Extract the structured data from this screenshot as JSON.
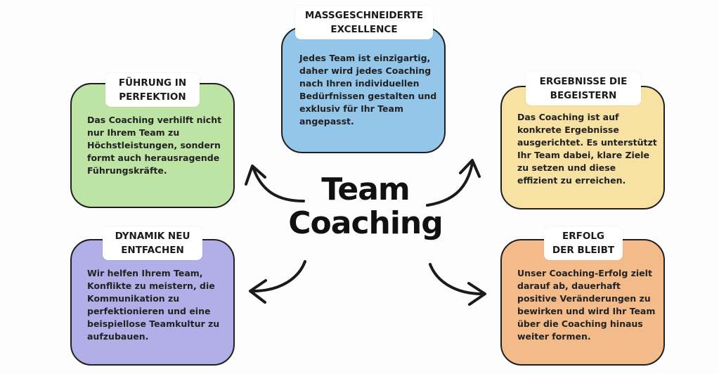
{
  "center": {
    "line1": "Team",
    "line2": "Coaching"
  },
  "cards": {
    "top": {
      "title": "MASSGESCHNEIDERTE\nEXCELLENCE",
      "text": "Jedes Team ist einzigartig,\ndaher wird jedes Coaching\nnach Ihren individuellen\nBedürfnissen gestalten und\nexklusiv für Ihr Team\nangepasst.",
      "color": "#93c6e9"
    },
    "left_top": {
      "title": "FÜHRUNG IN\nPERFEKTION",
      "text": "Das Coaching verhilft nicht\nnur Ihrem Team zu\nHöchstleistungen, sondern\nformt auch herausragende\nFührungskräfte.",
      "color": "#bde3a5"
    },
    "right_top": {
      "title": "ERGEBNISSE DIE\nBEGEISTERN",
      "text": "Das Coaching ist auf\nkonkrete Ergebnisse\nausgerichtet. Es unterstützt\nIhr Team dabei, klare Ziele\nzu setzen und diese\neffizient zu erreichen.",
      "color": "#f7e2a3"
    },
    "left_bottom": {
      "title": "DYNAMIK NEU\nENTFACHEN",
      "text": "Wir helfen Ihrem Team,\nKonflikte zu meistern, die\nKommunikation zu\nperfektionieren und eine\nbeispiellose Teamkultur zu\naufzubauen.",
      "color": "#b2aee8"
    },
    "right_bottom": {
      "title": "ERFOLG\nDER BLEIBT",
      "text": "Unser Coaching-Erfolg zielt\ndarauf ab, dauerhaft\npositive Veränderungen zu\nbewirken und wird Ihr Team\nüber die Coaching hinaus\nweiter formen.",
      "color": "#f3bb8a"
    }
  }
}
